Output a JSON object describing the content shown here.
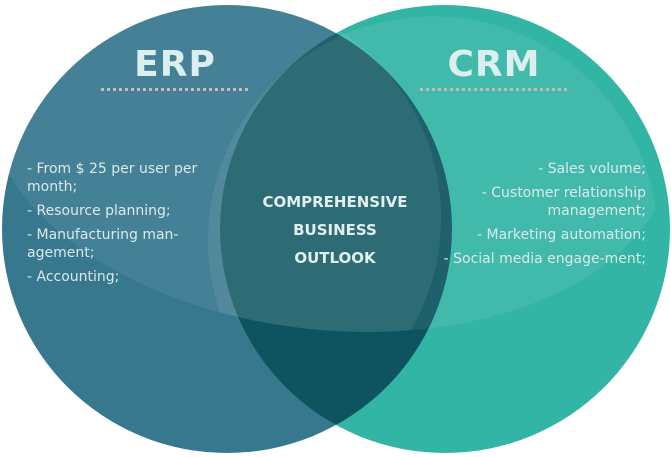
{
  "colors": {
    "erp": "#3b7a92",
    "crm": "#36b6a7",
    "overlap": "#1f6670"
  },
  "erp": {
    "title": "ERP",
    "items": [
      "- From $ 25 per user per month;",
      "- Resource planning;",
      "- Manufacturing man-agement;",
      "- Accounting;"
    ]
  },
  "crm": {
    "title": "CRM",
    "items": [
      "- Sales volume;",
      "- Customer relationship management;",
      "- Marketing automation;",
      "- Social media engage-ment;"
    ]
  },
  "overlap": {
    "lines": [
      "COMPREHENSIVE",
      "BUSINESS",
      "OUTLOOK"
    ]
  }
}
